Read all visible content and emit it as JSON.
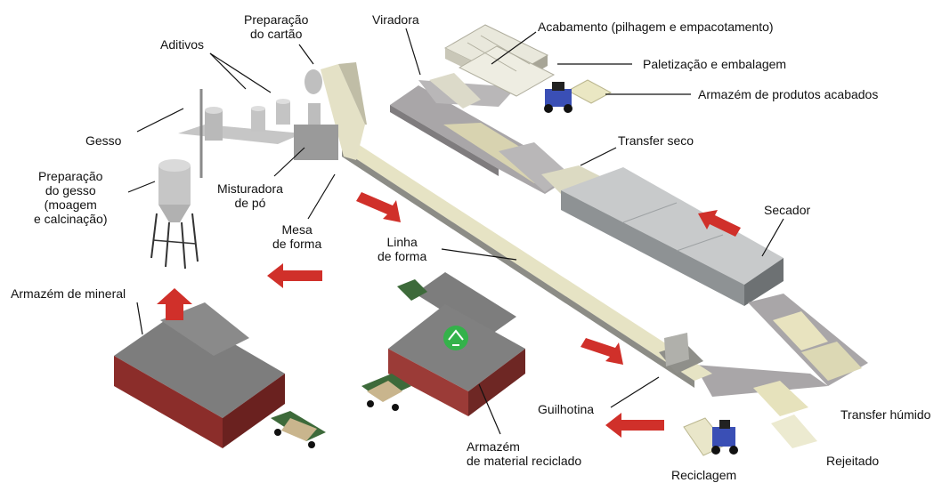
{
  "colors": {
    "arrow": "#d0302a",
    "line_top": "#e6e3c4",
    "line_side": "#8c8c86",
    "conveyor_top": "#a9a6a8",
    "building_roof": "#7d7d7d",
    "building_wall": "#8b2d2a",
    "truck": "#3d6a3a",
    "forklift": "#3a4fb5",
    "recycle": "#34b24a"
  },
  "labels": {
    "gesso": "Gesso",
    "aditivos": "Aditivos",
    "prep_cartao": "Preparação\ndo cartão",
    "viradora": "Viradora",
    "acabamento": "Acabamento (pilhagem e empacotamento)",
    "paletizacao": "Paletização e embalagem",
    "armazem_produtos": "Armazém de produtos acabados",
    "transfer_seco": "Transfer seco",
    "prep_gesso": "Preparação\ndo gesso\n(moagem\ne calcinação)",
    "misturadora": "Misturadora\nde pó",
    "mesa_forma": "Mesa\nde forma",
    "linha_forma": "Linha\nde forma",
    "secador": "Secador",
    "armazem_mineral": "Armazém de mineral",
    "guilhotina": "Guilhotina",
    "transfer_humido": "Transfer húmido",
    "armazem_reciclado": "Armazém\nde material reciclado",
    "rejeitado": "Rejeitado",
    "reciclagem": "Reciclagem"
  },
  "icons": {
    "recycle": "recycle-icon",
    "forklift": "forklift-icon",
    "truck": "truck-icon"
  }
}
